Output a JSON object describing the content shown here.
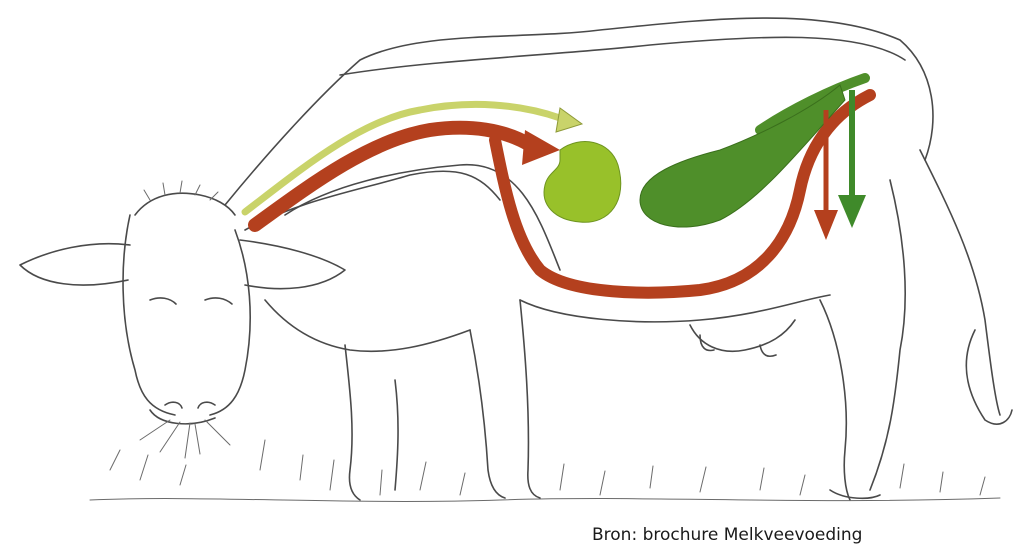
{
  "caption": {
    "source": "Bron: brochure Melkveevoeding"
  },
  "colors": {
    "outline": "#4a4a4a",
    "flow_primary": "#b4401e",
    "flow_secondary": "#c9d36a",
    "organ_light": "#98c12a",
    "organ_dark": "#4f8f2a",
    "arrow_down_dark": "#3f8a2a",
    "arrow_down_red": "#b4401e"
  },
  "icons": {
    "subject": "cow-illustration",
    "flow": "arrow-path"
  }
}
